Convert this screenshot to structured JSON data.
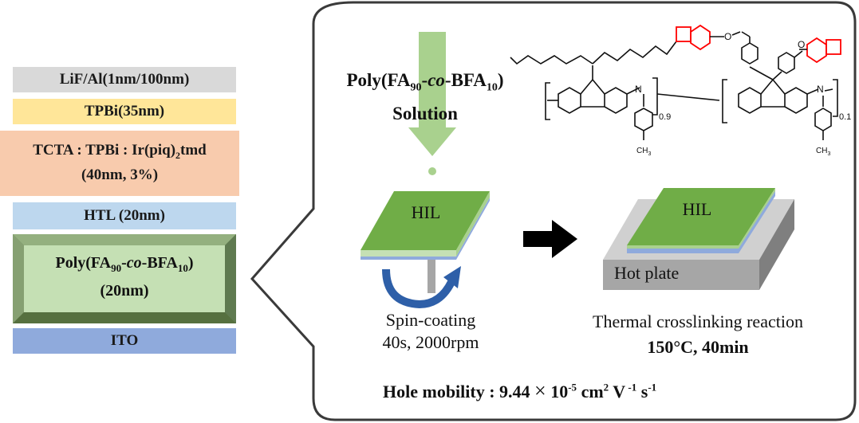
{
  "stack": {
    "lif_al": "LiF/Al(1nm/100nm)",
    "tpbi": "TPBi(35nm)",
    "eml_line1_a": "TCTA : TPBi : Ir(piq)",
    "eml_line1_sub": "2",
    "eml_line1_b": "tmd",
    "eml_line2": "(40nm, 3%)",
    "htl": "HTL (20nm)",
    "hil_line1_a": "Poly(FA",
    "hil_line1_sub1": "90",
    "hil_line1_b": "-",
    "hil_line1_co": "co",
    "hil_line1_c": "-BFA",
    "hil_line1_sub2": "10",
    "hil_line1_d": ")",
    "hil_line2": "(20nm)",
    "ito": "ITO"
  },
  "solution": {
    "line1_a": "Poly(FA",
    "line1_sub1": "90",
    "line1_b": "-",
    "line1_co": "co",
    "line1_c": "-BFA",
    "line1_sub2": "10",
    "line1_d": ")",
    "line2": "Solution"
  },
  "structure": {
    "sub_left": "0.9",
    "sub_right": "0.1",
    "n_label": "N",
    "o_label": "O",
    "ch3": "CH",
    "ch3_sub": "3"
  },
  "process": {
    "hil_label_left": "HIL",
    "hil_label_right": "HIL",
    "hot_plate": "Hot plate",
    "spin_line1": "Spin-coating",
    "spin_line2": "40s, 2000rpm",
    "thermal_line1": "Thermal crosslinking reaction",
    "thermal_line2": "150°C, 40min"
  },
  "mobility": {
    "label": "Hole mobility : 9.44 ",
    "times": "×",
    "ten": " 10",
    "exp1": "-5",
    "unit_cm": " cm",
    "exp2": "2",
    "unit_v": " V",
    "exp3": " -1",
    "unit_s": " s",
    "exp4": "-1"
  },
  "colors": {
    "lif": "#d9d9d9",
    "tpbi": "#ffe699",
    "eml": "#f8cbad",
    "htl": "#bdd7ee",
    "hil": "#c5e0b4",
    "hil_edge": "#6f8a5f",
    "ito": "#8faadc",
    "film_green": "#70ad47",
    "film_blue": "#8faadc",
    "bcb_red": "#ff0000"
  }
}
